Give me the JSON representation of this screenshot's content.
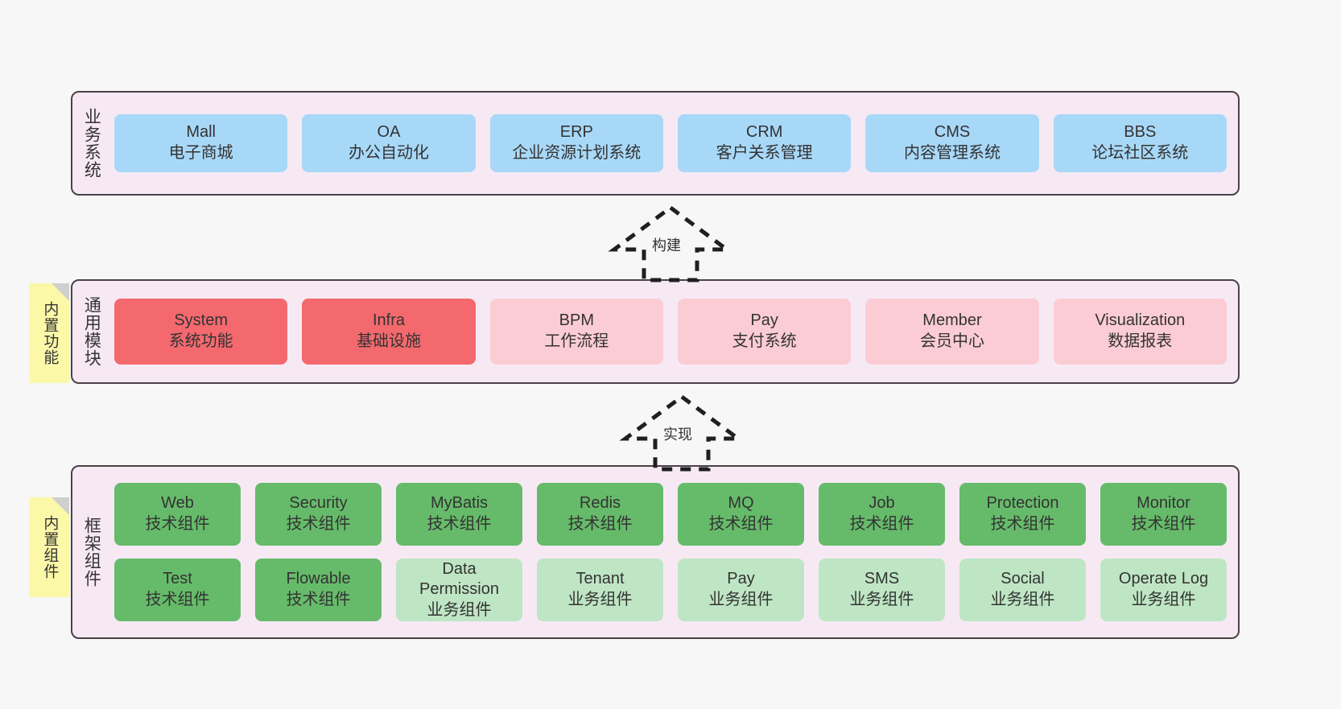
{
  "diagram": {
    "background": "#f7f7f7",
    "layer_bg": "#f7e9f4",
    "layer_border": "#4a4248",
    "note_bg": "#fbf8a8",
    "note_fold": "#cfcfcf"
  },
  "layers": [
    {
      "title": "业务系统",
      "note": null,
      "accent": "#a8d8f8",
      "rows": [
        {
          "cells": [
            {
              "name": "Mall",
              "desc": "电子商城",
              "color": "#a8d8f8"
            },
            {
              "name": "OA",
              "desc": "办公自动化",
              "color": "#a8d8f8"
            },
            {
              "name": "ERP",
              "desc": "企业资源计划系统",
              "color": "#a8d8f8"
            },
            {
              "name": "CRM",
              "desc": "客户关系管理",
              "color": "#a8d8f8"
            },
            {
              "name": "CMS",
              "desc": "内容管理系统",
              "color": "#a8d8f8"
            },
            {
              "name": "BBS",
              "desc": "论坛社区系统",
              "color": "#a8d8f8"
            }
          ]
        }
      ]
    },
    {
      "title": "通用模块",
      "note": "内置功能",
      "accent": "#f4696e",
      "rows": [
        {
          "cells": [
            {
              "name": "System",
              "desc": "系统功能",
              "color": "#f4696e"
            },
            {
              "name": "Infra",
              "desc": "基础设施",
              "color": "#f4696e"
            },
            {
              "name": "BPM",
              "desc": "工作流程",
              "color": "#fcccd4"
            },
            {
              "name": "Pay",
              "desc": "支付系统",
              "color": "#fcccd4"
            },
            {
              "name": "Member",
              "desc": "会员中心",
              "color": "#fcccd4"
            },
            {
              "name": "Visualization",
              "desc": "数据报表",
              "color": "#fcccd4"
            }
          ]
        }
      ]
    },
    {
      "title": "框架组件",
      "note": "内置组件",
      "accent": "#66bb6a",
      "rows": [
        {
          "cells": [
            {
              "name": "Web",
              "desc": "技术组件",
              "color": "#66bb6a"
            },
            {
              "name": "Security",
              "desc": "技术组件",
              "color": "#66bb6a"
            },
            {
              "name": "MyBatis",
              "desc": "技术组件",
              "color": "#66bb6a"
            },
            {
              "name": "Redis",
              "desc": "技术组件",
              "color": "#66bb6a"
            },
            {
              "name": "MQ",
              "desc": "技术组件",
              "color": "#66bb6a"
            },
            {
              "name": "Job",
              "desc": "技术组件",
              "color": "#66bb6a"
            },
            {
              "name": "Protection",
              "desc": "技术组件",
              "color": "#66bb6a"
            },
            {
              "name": "Monitor",
              "desc": "技术组件",
              "color": "#66bb6a"
            }
          ]
        },
        {
          "cells": [
            {
              "name": "Test",
              "desc": "技术组件",
              "color": "#66bb6a"
            },
            {
              "name": "Flowable",
              "desc": "技术组件",
              "color": "#66bb6a"
            },
            {
              "name": "Data Permission",
              "desc": "业务组件",
              "color": "#bfe6c4"
            },
            {
              "name": "Tenant",
              "desc": "业务组件",
              "color": "#bfe6c4"
            },
            {
              "name": "Pay",
              "desc": "业务组件",
              "color": "#bfe6c4"
            },
            {
              "name": "SMS",
              "desc": "业务组件",
              "color": "#bfe6c4"
            },
            {
              "name": "Social",
              "desc": "业务组件",
              "color": "#bfe6c4"
            },
            {
              "name": "Operate Log",
              "desc": "业务组件",
              "color": "#bfe6c4"
            }
          ]
        }
      ]
    }
  ],
  "connectors": [
    {
      "label": "构建",
      "style": "dashed-generalization-up"
    },
    {
      "label": "实现",
      "style": "dashed-generalization-up"
    }
  ]
}
